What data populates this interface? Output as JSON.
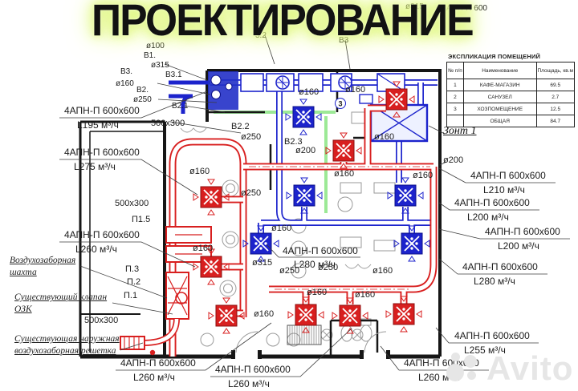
{
  "title": "ПРОЕКТИРОВАНИЕ",
  "watermark": "Avito",
  "zont_label": "Зонт 1",
  "explication": {
    "title": "ЭКСПЛИКАЦИЯ ПОМЕЩЕНИЙ",
    "col_num": "№ п/п",
    "col_name": "Наименование",
    "col_area": "Площадь, кв.м",
    "rows": [
      {
        "num": "1",
        "name": "КАФЕ-МАГАЗИН",
        "area": "69.5"
      },
      {
        "num": "2",
        "name": "САНУЗЕЛ",
        "area": "2.7"
      },
      {
        "num": "3",
        "name": "ХОЗПОМЕЩЕНИЕ",
        "area": "12.5"
      },
      {
        "num": "",
        "name": "ОБЩАЯ",
        "area": "84.7"
      }
    ]
  },
  "callouts": {
    "unit": "4АПН-П 600x600",
    "flows": {
      "f195": "L195 м³/ч",
      "f275": "L275 м³/ч",
      "f260": "L260 м³/ч",
      "f210": "L210 м³/ч",
      "f200": "L200 м³/ч",
      "f280": "L280 м³/ч",
      "f255": "L255 м³/ч"
    }
  },
  "notes": {
    "shaft": "Воздухозаборная шахта",
    "valve": "Существующий клапан ОЗК",
    "grille": "Существующая наружная воздухозаборная решетка"
  },
  "marks": {
    "v1": "В1.",
    "v3": "В3.",
    "v31": "В3.1",
    "v2": "В2.",
    "v21": "В2.1",
    "v22": "В2.2",
    "v23": "В2.3",
    "v3b": "В3",
    "f32": "3.2",
    "p1": "П.1",
    "p2": "П.2",
    "p3": "П.3",
    "p15": "П1.5",
    "apn": "АПН-П 600",
    "zone3": "3"
  },
  "dims": {
    "d100": "ø100",
    "d160": "ø160",
    "d200": "ø200",
    "d250": "ø250",
    "d315": "ø315",
    "s500": "500x300"
  },
  "colors": {
    "supply_red": "#d81f1f",
    "exhaust_blue": "#1c23cc",
    "glow": "#d9f467"
  }
}
